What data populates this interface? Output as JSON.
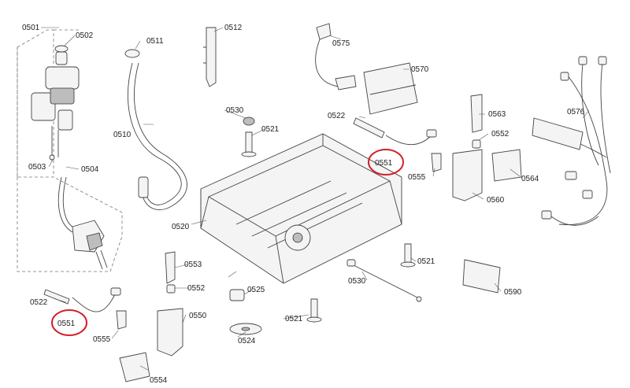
{
  "labels": {
    "p0501": "0501",
    "p0502": "0502",
    "p0503": "0503",
    "p0504": "0504",
    "p0510": "0510",
    "p0511": "0511",
    "p0512": "0512",
    "p0520": "0520",
    "p0521a": "0521",
    "p0521b": "0521",
    "p0521c": "0521",
    "p0522a": "0522",
    "p0522b": "0522",
    "p0524": "0524",
    "p0525": "0525",
    "p0530a": "0530",
    "p0530b": "0530",
    "p0550": "0550",
    "p0551a": "0551",
    "p0551b": "0551",
    "p0552a": "0552",
    "p0552b": "0552",
    "p0553": "0553",
    "p0554": "0554",
    "p0555a": "0555",
    "p0555b": "0555",
    "p0560": "0560",
    "p0563": "0563",
    "p0564": "0564",
    "p0570": "0570",
    "p0575": "0575",
    "p0576": "0576",
    "p0590": "0590"
  },
  "highlight_color": "#d2202a"
}
